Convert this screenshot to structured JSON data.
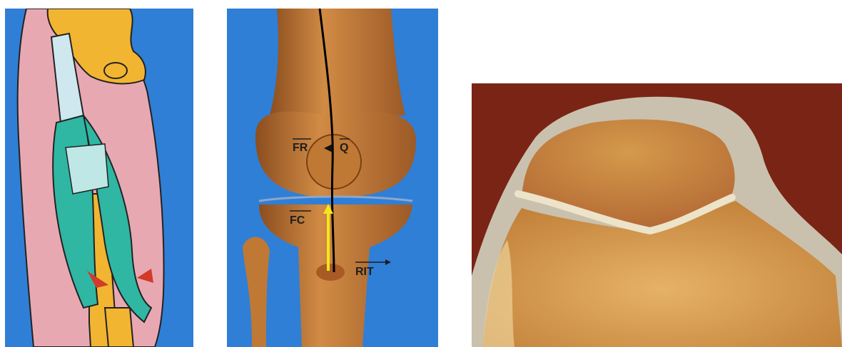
{
  "figure": {
    "panels": [
      {
        "id": "thigh-diagram",
        "kind": "schematic illustration",
        "colors": {
          "background": "#2f7fd6",
          "skin": "#e8a8b2",
          "bone": "#f2b531",
          "muscle": "#2fb7a3",
          "arrow": "#d23a2a"
        }
      },
      {
        "id": "knee-anatomy",
        "kind": "anatomical illustration",
        "colors": {
          "background": "#2f7fd6",
          "bone": "#c07835",
          "force_line": "#000000",
          "highlight_arrow": "#f5e61a"
        },
        "vector_labels": {
          "fr": "FR",
          "q": "Q",
          "fc": "FC",
          "rit": "RIT"
        }
      },
      {
        "id": "cartilage-section",
        "kind": "photograph",
        "colors": {
          "background": "#7a2416",
          "cartilage": "#c9c1ae",
          "bone": "#d49a4b"
        }
      }
    ]
  }
}
